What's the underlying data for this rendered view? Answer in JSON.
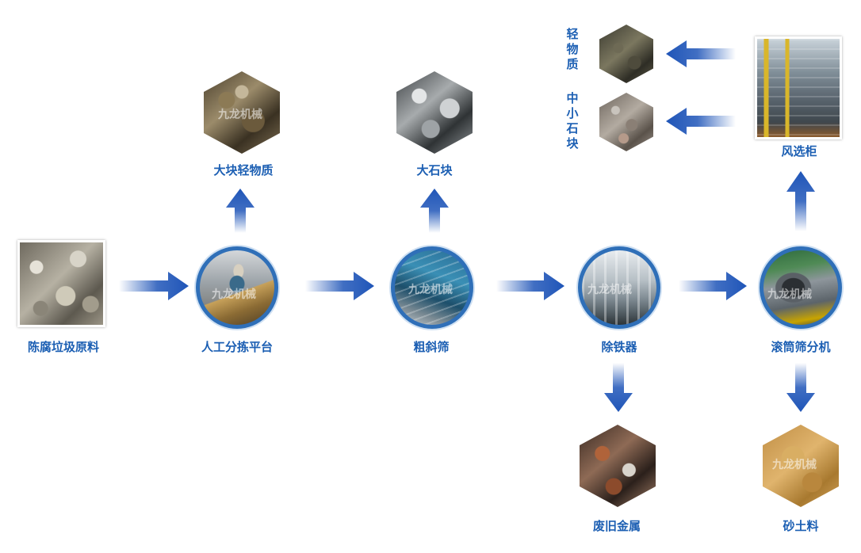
{
  "colors": {
    "label": "#1c5fb3",
    "arrow": "#1f55b8",
    "ring": "#2f6fb8"
  },
  "nodes": {
    "raw_material": "陈腐垃圾原料",
    "manual_sorting": "人工分拣平台",
    "coarse_screen": "粗斜筛",
    "iron_remover": "除铁器",
    "trommel": "滚筒筛分机",
    "air_separator": "风选柜"
  },
  "outputs": {
    "large_light": "大块轻物质",
    "large_stone": "大石块",
    "light_material": "轻物质",
    "small_stone": "中小石块",
    "scrap_metal": "废旧金属",
    "sand_soil": "砂土料"
  },
  "watermark": "九龙机械",
  "icons": {
    "arrow": "arrow-icon"
  }
}
